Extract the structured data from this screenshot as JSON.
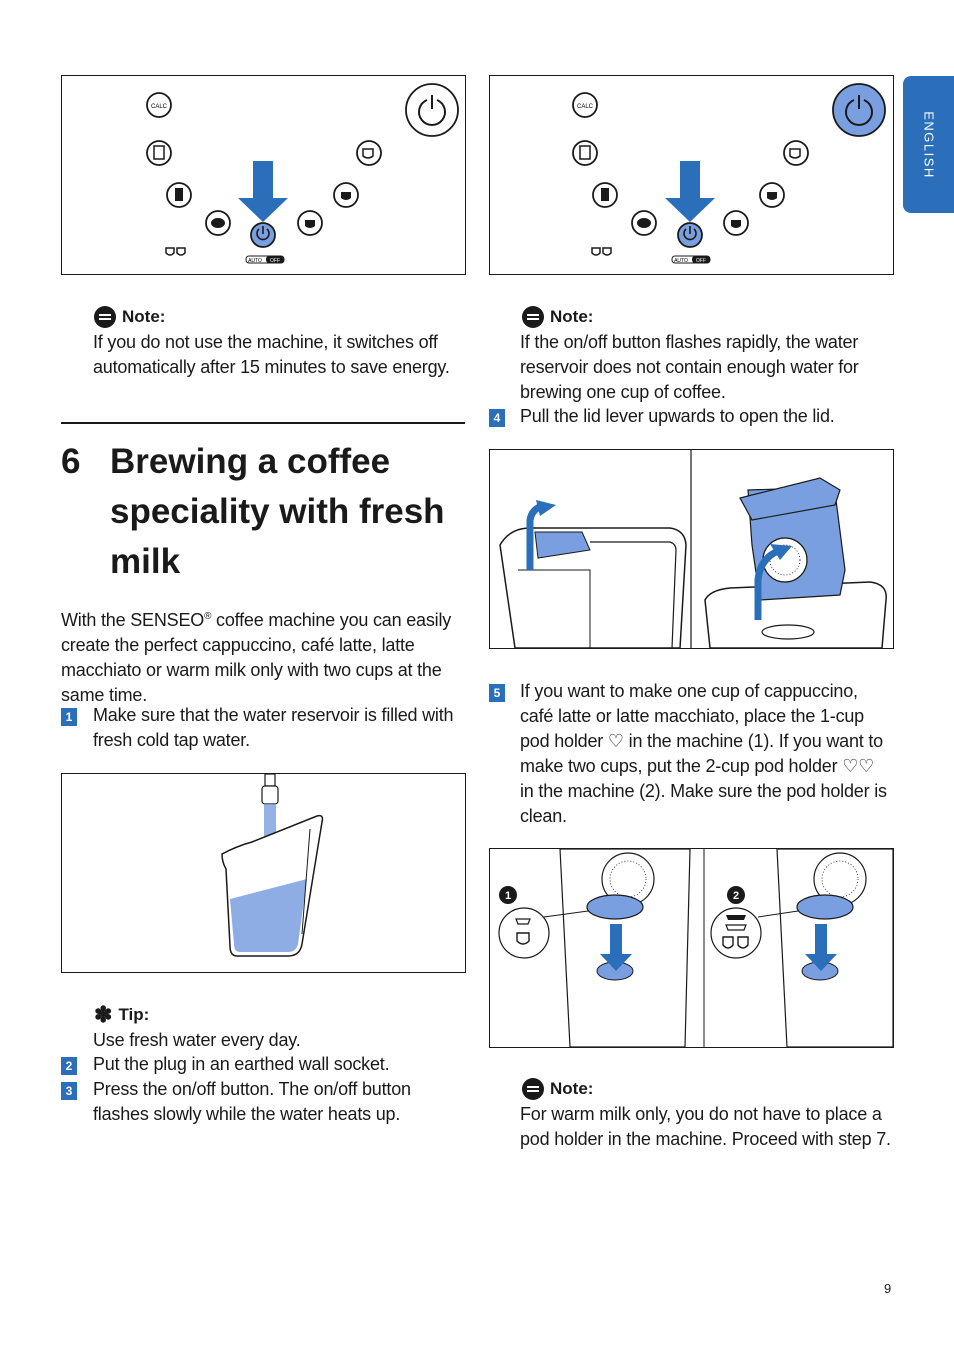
{
  "side_tab": {
    "label": "ENGLISH"
  },
  "panel": {
    "calc_label": "CALC",
    "auto_label": "AUTO",
    "off_label": "OFF"
  },
  "notes": [
    {
      "title": "Note:",
      "text": "If you do not use the machine, it switches off automatically after 15 minutes to save energy."
    },
    {
      "title": "Note:",
      "text": "If the on/off button flashes rapidly, the water reservoir does not contain enough water for brewing one cup of coffee."
    },
    {
      "title": "Note:",
      "text": "For warm milk only, you do not have to place a pod holder in the machine. Proceed with step 7."
    }
  ],
  "section": {
    "number": "6",
    "title_line1": "Brewing a coffee",
    "title_line2": "speciality with fresh",
    "title_line3": "milk",
    "intro_before": "With the SENSEO",
    "intro_sup": "®",
    "intro_after": " coffee machine you can easily create the perfect cappuccino, café latte, latte macchiato or warm milk only with two cups at the same time."
  },
  "tip": {
    "title": "Tip:",
    "text": "Use fresh water every day."
  },
  "steps": [
    {
      "num": "1",
      "text": "Make sure that the water reservoir is filled with fresh cold tap water."
    },
    {
      "num": "2",
      "text": "Put the plug in an earthed wall socket."
    },
    {
      "num": "3",
      "text": "Press the on/off button. The on/off button flashes slowly while the water heats up."
    },
    {
      "num": "4",
      "text": "Pull the lid lever upwards to open the lid."
    },
    {
      "num": "5",
      "text_a": "If you want to make one cup of cappuccino, café latte or latte macchiato, place the 1-cup pod holder",
      "text_b": "in the machine (1). If you want to make two cups, put the 2-cup pod holder",
      "text_c": "in the machine (2). Make sure the pod holder is clean."
    }
  ],
  "figure_labels": {
    "one": "1",
    "two": "2"
  },
  "page_number": "9",
  "colors": {
    "accent": "#2b6fbb",
    "light_blue": "#7a9fe0",
    "text": "#1a1a1a"
  }
}
